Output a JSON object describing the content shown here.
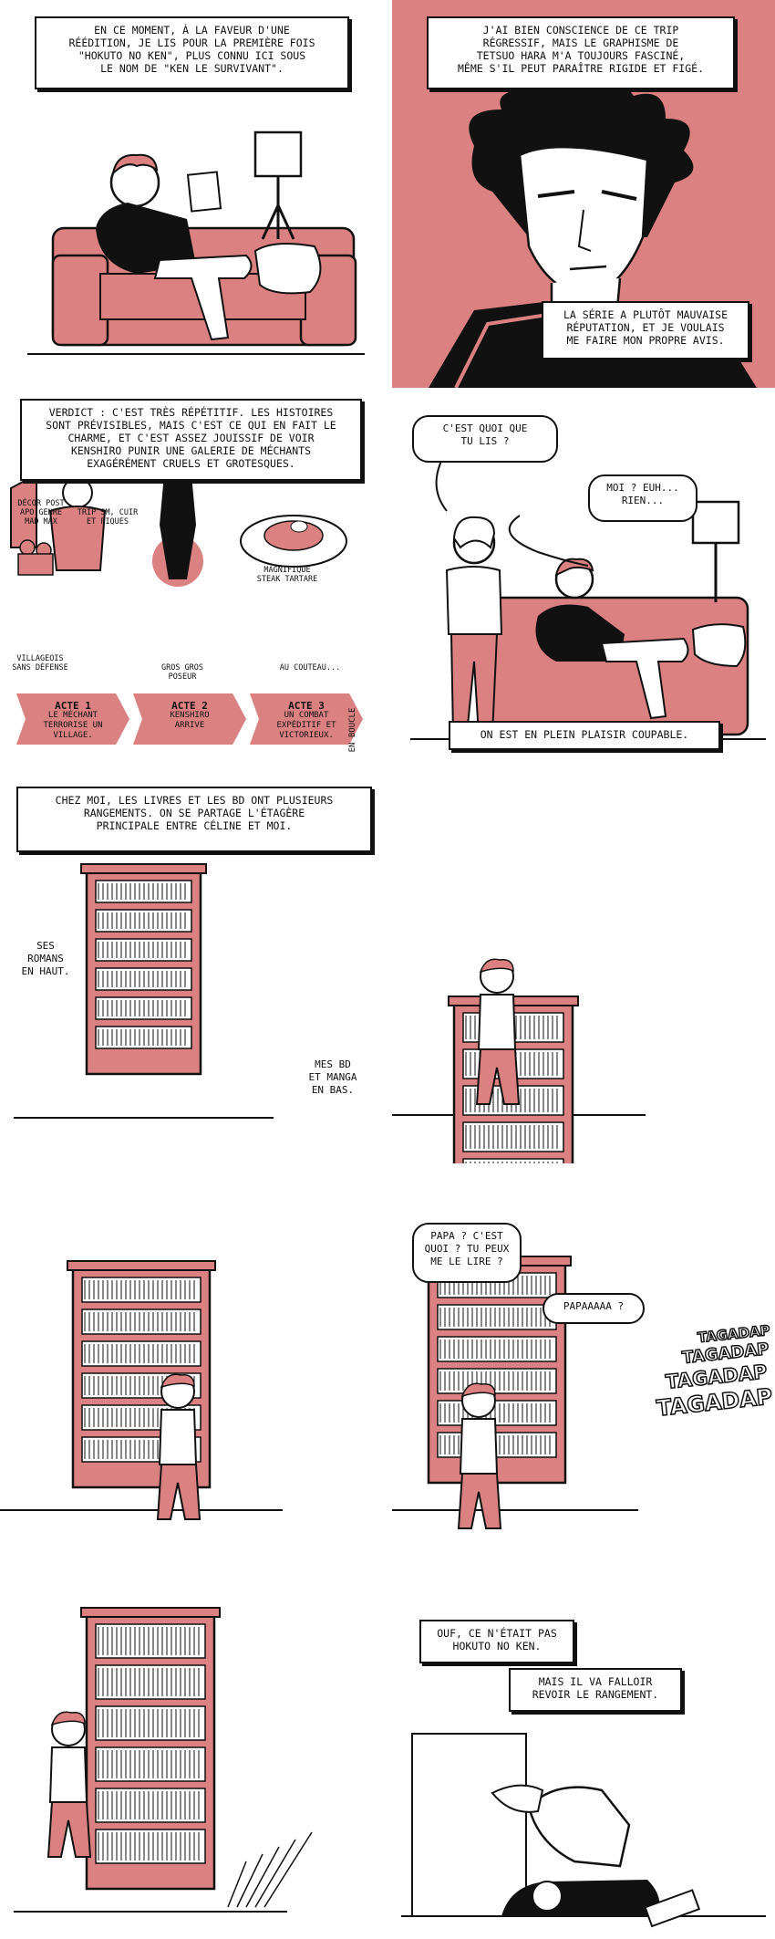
{
  "colors": {
    "accent": "#dc8181",
    "ink": "#111111",
    "paper": "#ffffff"
  },
  "panels": {
    "p1": {
      "caption": "En ce moment, à la faveur d'une\nréédition, je lis pour la première fois\n\"Hokuto no Ken\", plus connu ici sous\nle nom de \"Ken le survivant\"."
    },
    "p2": {
      "caption_top": "J'ai bien conscience de ce trip\nrégressif, mais le graphisme de\nTetsuo Hara m'a toujours fasciné,\nmême s'il peut paraître rigide et figé.",
      "caption_bottom": "La série a plutôt mauvaise\nréputation, et je voulais\nme faire mon propre avis."
    },
    "p3": {
      "caption": "Verdict : c'est très répétitif. Les histoires\nsont prévisibles, mais c'est ce qui en fait le\ncharme, et c'est assez jouissif de voir\nKenshiro punir une galerie de méchants\nexagérément cruels et grotesques.",
      "annot_decor": "Décor post\napo genre\nMad Max",
      "annot_trip": "Trip SM, cuir\net piques",
      "annot_villageois": "Villageois\nsans défense",
      "annot_gros": "Gros gros\nposeur",
      "annot_steak": "Magnifique\nsteak tartare",
      "annot_couteau": "Au couteau...",
      "acts": [
        {
          "title": "Acte 1",
          "text": "Le méchant\nterrorise un\nvillage."
        },
        {
          "title": "Acte 2",
          "text": "Kenshiro\narrive"
        },
        {
          "title": "Acte 3",
          "text": "Un combat\nexpéditif et\nvictorieux."
        }
      ],
      "loop_label": "En boucle"
    },
    "p4": {
      "bubble_question": "C'est quoi que\ntu lis ?",
      "bubble_answer": "Moi ? Euh...\nRien...",
      "caption": "On est en plein plaisir coupable."
    },
    "p5": {
      "caption": "Chez moi, les livres et les BD ont plusieurs\nrangements. On se partage l'étagère\nprincipale entre Céline et moi.",
      "label_romans": "Ses\nromans\nen haut.",
      "label_bd": "Mes BD\net manga\nen bas."
    },
    "p8": {
      "bubble_papa": "Papa ? C'est\nquoi ? Tu peux\nme le lire ?",
      "bubble_papaaaa": "Papaaaaa ?",
      "sfx": [
        "Tagadap",
        "Tagadap",
        "Tagadap",
        "Tagadap"
      ]
    },
    "p10": {
      "caption_1": "Ouf, ce n'était pas\nHokuto no Ken.",
      "caption_2": "Mais il va falloir\nrevoir le rangement."
    }
  }
}
